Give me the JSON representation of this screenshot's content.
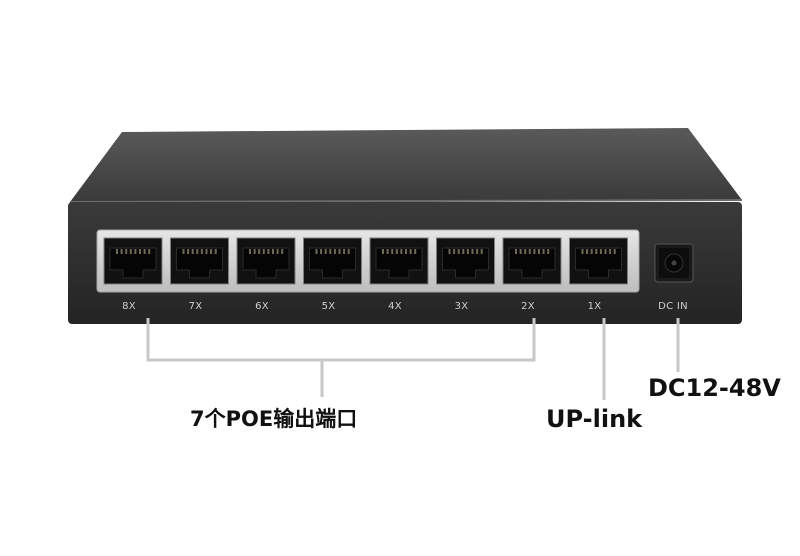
{
  "device": {
    "ports": [
      {
        "label": "8X",
        "poe": true
      },
      {
        "label": "7X",
        "poe": true
      },
      {
        "label": "6X",
        "poe": true
      },
      {
        "label": "5X",
        "poe": true
      },
      {
        "label": "4X",
        "poe": true
      },
      {
        "label": "3X",
        "poe": true
      },
      {
        "label": "2X",
        "poe": true
      },
      {
        "label": "1X",
        "poe": false
      }
    ],
    "dc_in_label": "DC IN"
  },
  "annotations": {
    "poe_ports": "7个POE输出端口",
    "uplink": "UP-link",
    "power": "DC12-48V"
  },
  "colors": {
    "chassis": "#2e2e2e",
    "port_frame": "#d9d9d9",
    "callout_line": "#c8c8c8"
  }
}
